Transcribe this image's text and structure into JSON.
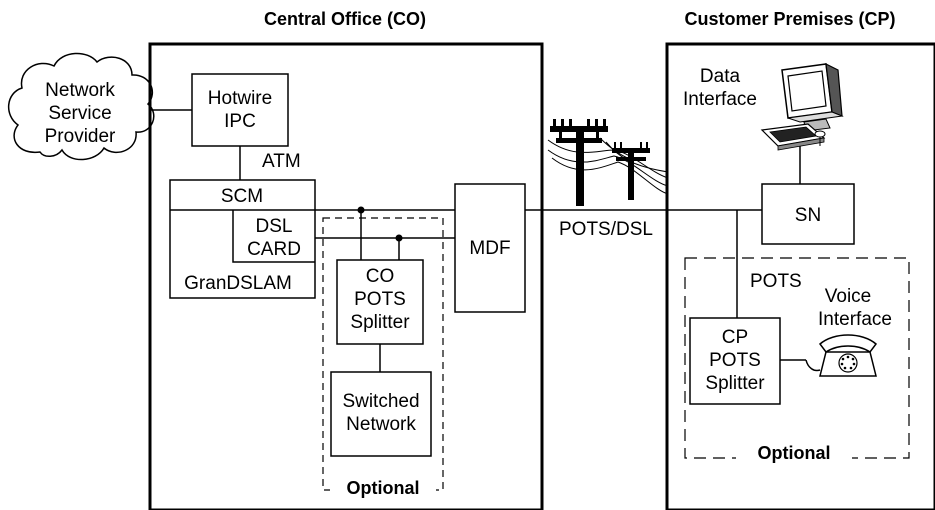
{
  "headings": {
    "central_office": "Central Office (CO)",
    "customer_premises": "Customer Premises (CP)"
  },
  "cloud": {
    "line1": "Network",
    "line2": "Service",
    "line3": "Provider"
  },
  "co": {
    "hotwire_ipc": [
      "Hotwire",
      "IPC"
    ],
    "atm": "ATM",
    "scm": "SCM",
    "dsl_card": [
      "DSL",
      "CARD"
    ],
    "grandslam": "GranDSLAM",
    "co_splitter": [
      "CO",
      "POTS",
      "Splitter"
    ],
    "switched_network": [
      "Switched",
      "Network"
    ],
    "optional": "Optional",
    "mdf": "MDF"
  },
  "link": {
    "pots_dsl": "POTS/DSL"
  },
  "cp": {
    "data_interface": [
      "Data",
      "Interface"
    ],
    "sn": "SN",
    "pots": "POTS",
    "voice_interface": [
      "Voice",
      "Interface"
    ],
    "cp_splitter": [
      "CP",
      "POTS",
      "Splitter"
    ],
    "optional": "Optional"
  },
  "icons": {
    "computer": "computer-icon",
    "telephone": "telephone-icon",
    "utility_poles": "utility-pole-icon"
  }
}
